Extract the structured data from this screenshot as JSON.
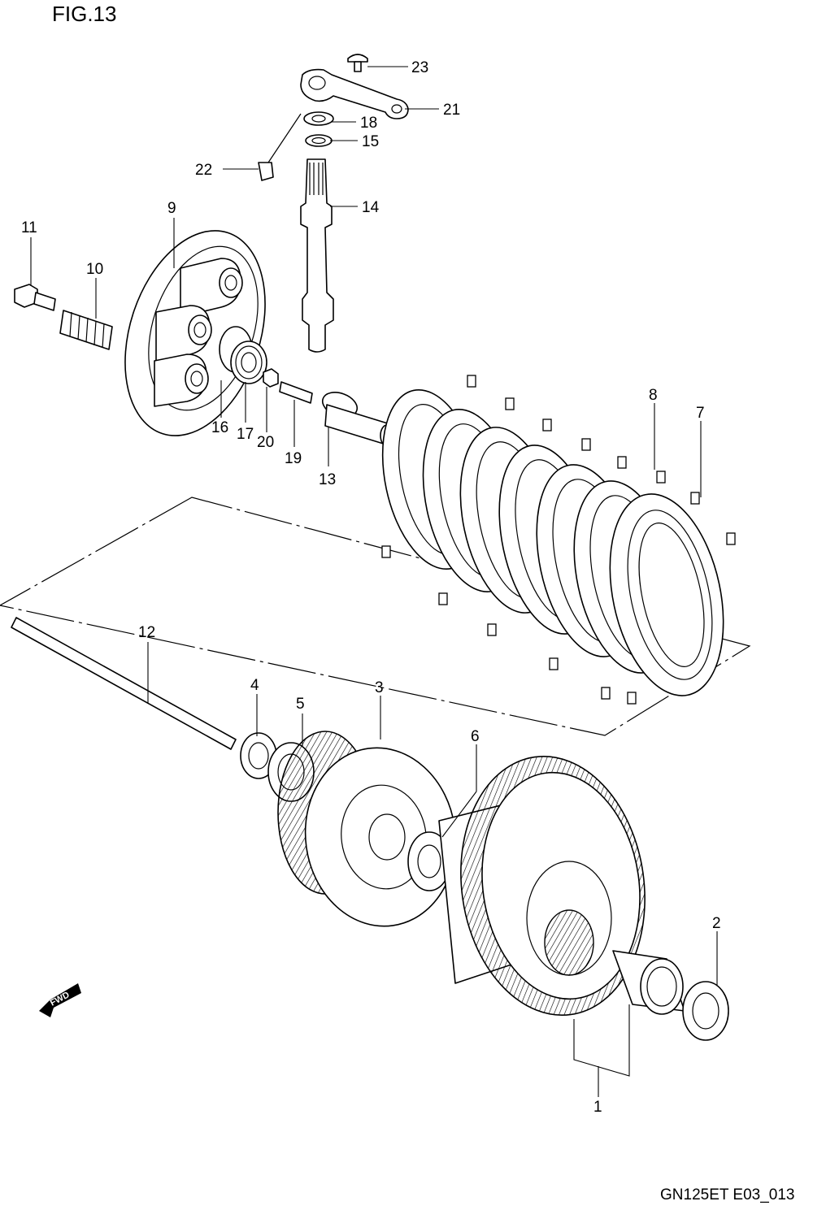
{
  "figure": {
    "title": "FIG.13",
    "code": "GN125ET E03_013",
    "fwd_label": "FWD"
  },
  "callouts": {
    "p1": "1",
    "p2": "2",
    "p3": "3",
    "p4": "4",
    "p5": "5",
    "p6": "6",
    "p7": "7",
    "p8": "8",
    "p9": "9",
    "p10": "10",
    "p11": "11",
    "p12": "12",
    "p13": "13",
    "p14": "14",
    "p15": "15",
    "p16": "16",
    "p17": "17",
    "p18": "18",
    "p19": "19",
    "p20": "20",
    "p21": "21",
    "p22": "22",
    "p23": "23"
  }
}
